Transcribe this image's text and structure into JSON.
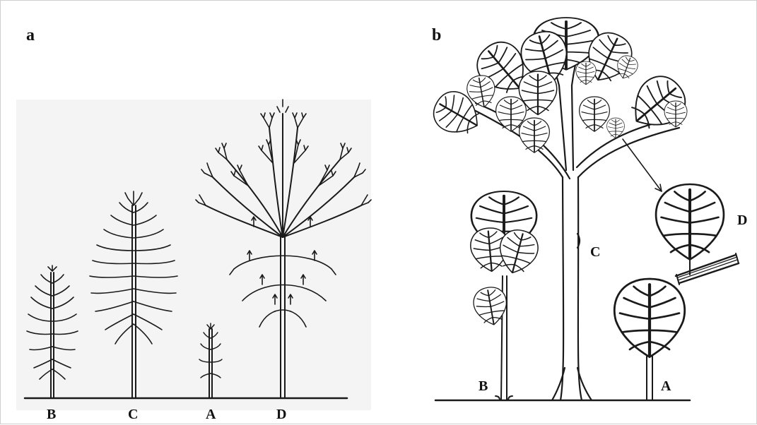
{
  "panels": {
    "a": {
      "label": "a",
      "trees": [
        {
          "label": "B"
        },
        {
          "label": "C"
        },
        {
          "label": "A"
        },
        {
          "label": "D"
        }
      ]
    },
    "b": {
      "label": "b",
      "trees": [
        {
          "label": "B"
        },
        {
          "label": "C"
        },
        {
          "label": "A"
        },
        {
          "label": "D"
        }
      ]
    }
  },
  "colors": {
    "line": "#1a1a1a",
    "background": "#ffffff",
    "panel_a_background": "#f4f4f4"
  }
}
